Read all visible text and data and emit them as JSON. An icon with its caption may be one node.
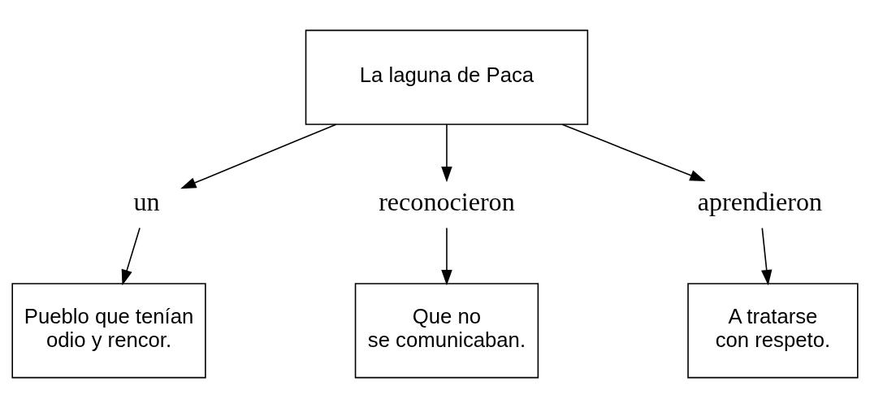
{
  "diagram": {
    "nodes": [
      {
        "text": [
          "La laguna de Paca"
        ]
      },
      {
        "text": [
          "un"
        ]
      },
      {
        "text": [
          "reconocieron"
        ]
      },
      {
        "text": [
          "aprendieron"
        ]
      },
      {
        "text": [
          "Pueblo que tenían odio y rencor."
        ]
      },
      {
        "text": [
          "Que no se comunicaban."
        ]
      },
      {
        "text": [
          "A tratarse con respeto."
        ]
      }
    ],
    "edges": [
      {
        "from": 0,
        "to": 1,
        "arrow": "to"
      },
      {
        "from": 0,
        "to": 2,
        "arrow": "to"
      },
      {
        "from": 0,
        "to": 3,
        "arrow": "to"
      },
      {
        "from": 1,
        "to": 4,
        "arrow": "to"
      },
      {
        "from": 2,
        "to": 5,
        "arrow": "to"
      },
      {
        "from": 3,
        "to": 6,
        "arrow": "to"
      }
    ]
  }
}
